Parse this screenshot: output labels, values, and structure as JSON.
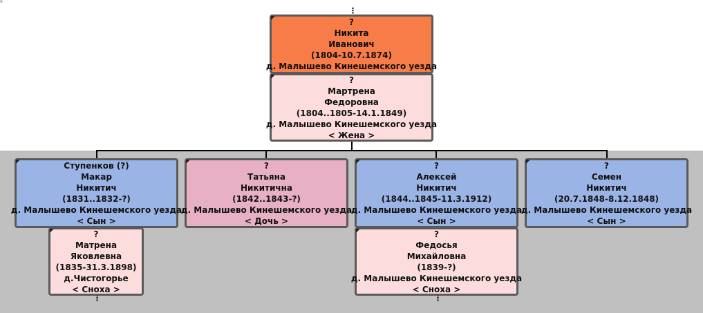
{
  "corner_mark": "ᵃ",
  "more_indicator": "⋮",
  "root": {
    "lines": [
      "?",
      "Никита",
      "Иванович",
      "(1804-10.7.1874)",
      "д. Малышево Кинешемского уезда"
    ],
    "color": "#f87c48"
  },
  "spouse": {
    "lines": [
      "?",
      "Мартрена",
      "Федоровна",
      "(1804..1805-14.1.1849)",
      "д. Малышево Кинешемского уезда",
      "< Жена >"
    ],
    "color": "#fcdcdc"
  },
  "children": [
    {
      "lines": [
        "Ступенков (?)",
        "Макар",
        "Никитич",
        "(1831..1832-?)",
        "д. Малышево Кинешемского уезда",
        "< Сын >"
      ],
      "color": "#9ab4e6"
    },
    {
      "lines": [
        "?",
        "Татьяна",
        "Никитична",
        "(1842..1843-?)",
        "д. Малышево Кинешемского уезда",
        "< Дочь >"
      ],
      "color": "#e8b0c4"
    },
    {
      "lines": [
        "?",
        "Алексей",
        "Никитич",
        "(1844..1845-11.3.1912)",
        "д. Малышево Кинешемского уезда",
        "< Сын >"
      ],
      "color": "#9ab4e6"
    },
    {
      "lines": [
        "?",
        "Семен",
        "Никитич",
        "(20.7.1848-8.12.1848)",
        "д. Малышево Кинешемского уезда",
        "< Сын >"
      ],
      "color": "#9ab4e6"
    }
  ],
  "in_laws": [
    {
      "lines": [
        "?",
        "Матрена",
        "Яковлевна",
        "(1835-31.3.1898)",
        "д.Чистогорье",
        "< Сноха >"
      ],
      "color": "#fcdcdc"
    },
    {
      "lines": [
        "?",
        "Федосья",
        "Михайловна",
        "(1839-?)",
        "д. Малышево Кинешемского уезда",
        "< Сноха >"
      ],
      "color": "#fcdcdc"
    }
  ]
}
